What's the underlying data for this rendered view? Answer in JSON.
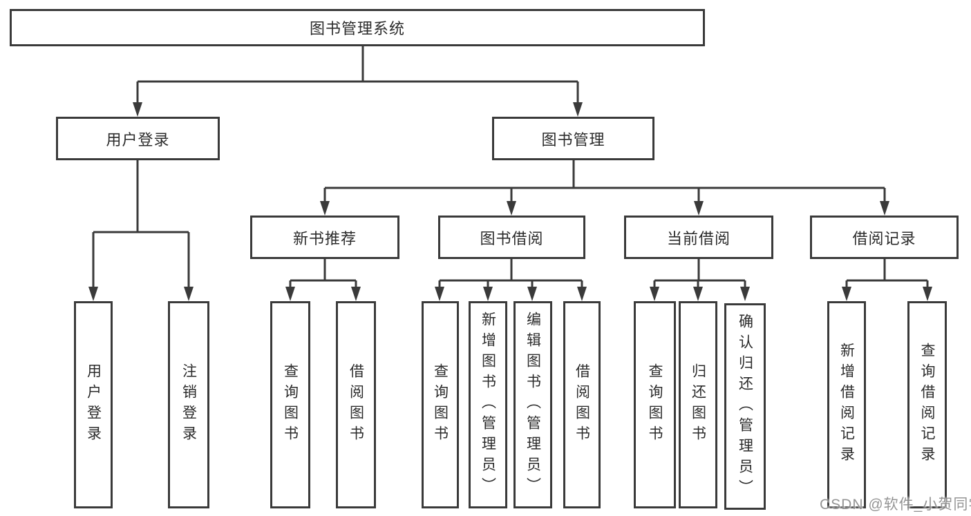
{
  "diagram": {
    "kind": "feature-tree",
    "colors": {
      "background": "#ffffff",
      "line": "#3a3a3a",
      "text": "#2b2b2b",
      "watermark": "#7d7d7d"
    },
    "tree": {
      "root": {
        "label": "图书管理系统"
      },
      "level2": [
        {
          "label": "用户登录"
        },
        {
          "label": "图书管理"
        }
      ],
      "level3": [
        {
          "label": "新书推荐"
        },
        {
          "label": "图书借阅"
        },
        {
          "label": "当前借阅"
        },
        {
          "label": "借阅记录"
        }
      ],
      "leaves": {
        "user_login": [
          {
            "label": "用户登录"
          },
          {
            "label": "注销登录"
          }
        ],
        "new_books": [
          {
            "label": "查询图书"
          },
          {
            "label": "借阅图书"
          }
        ],
        "book_borrow": [
          {
            "label": "查询图书"
          },
          {
            "label": "新增图书（管理员）"
          },
          {
            "label": "编辑图书（管理员）"
          },
          {
            "label": "借阅图书"
          }
        ],
        "current_borrow": [
          {
            "label": "查询图书"
          },
          {
            "label": "归还图书"
          },
          {
            "label": "确认归还（管理员）"
          }
        ],
        "borrow_records": [
          {
            "label": "新增借阅记录"
          },
          {
            "label": "查询借阅记录"
          }
        ]
      }
    },
    "watermark": {
      "text": "CSDN @软件_小贺同学"
    }
  }
}
